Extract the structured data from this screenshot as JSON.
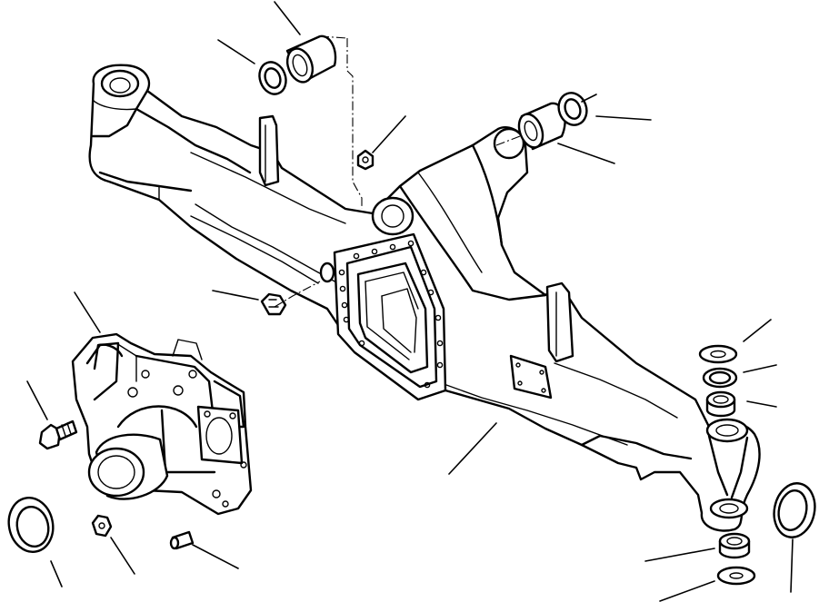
{
  "diagram": {
    "parts": [
      {
        "name": "axle-housing"
      },
      {
        "name": "differential-carrier"
      },
      {
        "name": "bushing-left"
      },
      {
        "name": "seal-left"
      },
      {
        "name": "bushing-right"
      },
      {
        "name": "seal-right"
      },
      {
        "name": "grease-fitting"
      },
      {
        "name": "plug-nut"
      },
      {
        "name": "bolt"
      },
      {
        "name": "nut"
      },
      {
        "name": "dowel-pin"
      },
      {
        "name": "o-ring"
      },
      {
        "name": "seal-ring"
      },
      {
        "name": "thrust-washer-stack"
      },
      {
        "name": "lower-bearing"
      },
      {
        "name": "lower-washer"
      }
    ]
  }
}
